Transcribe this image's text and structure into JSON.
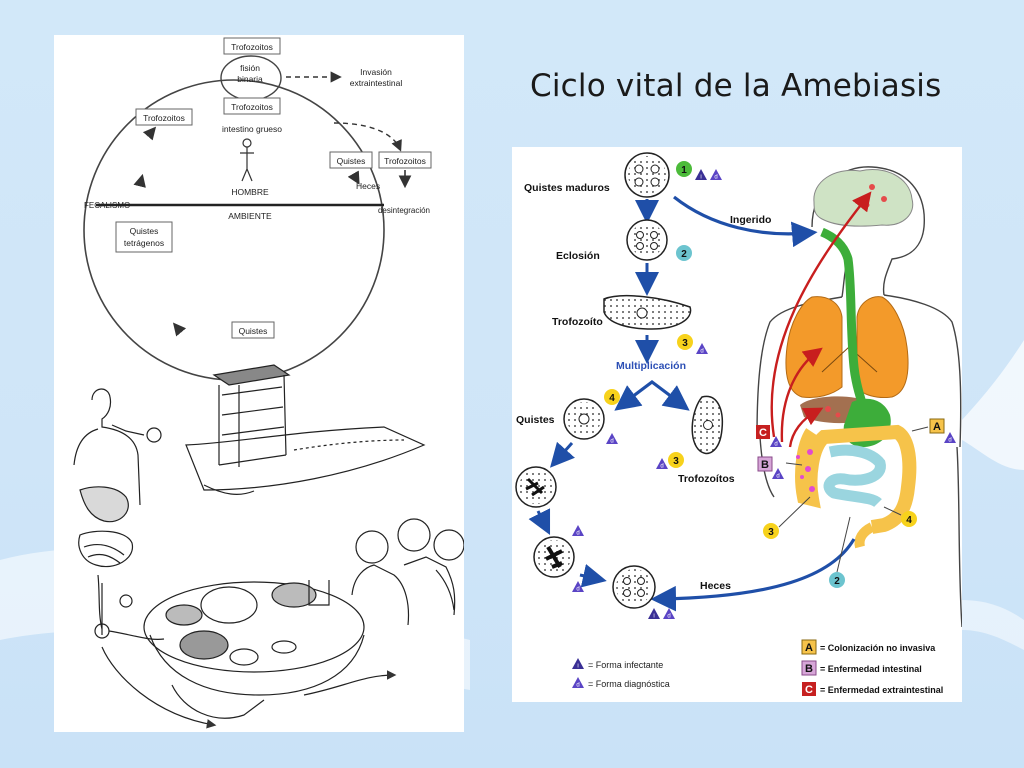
{
  "slide": {
    "title": "Ciclo vital de la Amebiasis"
  },
  "colors": {
    "background": "#d2e8f9",
    "arrow_blue": "#1f4fa8",
    "arrow_red": "#c81e1e",
    "brain": "#cfe3c5",
    "lungs": "#f39a2a",
    "gut_green": "#3dad3a",
    "colon": "#f6c34a",
    "small_intestine": "#9ad5df",
    "badge_yellow": "#f7d21c",
    "badge_green": "#4cbb3a",
    "badge_teal": "#6cc4cf",
    "box_a": "#f6c34a",
    "box_b": "#d7a6d8",
    "box_c": "#c62020"
  },
  "left_diagram": {
    "top_box": "Trofozoitos",
    "fission": [
      "fisión",
      "binaria"
    ],
    "inner_box": "Trofozoitos",
    "organ": "intestino grueso",
    "left_box": "Trofozoitos",
    "cyst_box": "Quistes",
    "right_box": "Trofozoitos",
    "invasion": [
      "Invasión",
      "extraintestinal"
    ],
    "feces": "Heces",
    "disintegration": "desintegración",
    "man": "HOMBRE",
    "environment": "AMBIENTE",
    "fecalism": "FECALISMO",
    "tetra_box": [
      "Quistes",
      "tetrágenos"
    ],
    "bottom_box": "Quistes"
  },
  "right_diagram": {
    "stage_mature": "Quistes maduros",
    "ingested": "Ingerido",
    "hatching": "Eclosión",
    "trophozoite": "Trofozoíto",
    "multiplication": "Multiplicación",
    "cysts": "Quistes",
    "trophozoites": "Trofozoítos",
    "feces": "Heces",
    "badges": {
      "one": "1",
      "two": "2",
      "three": "3",
      "four": "4"
    },
    "markers": {
      "i": "i",
      "d": "d"
    },
    "boxes": {
      "a": "A",
      "b": "B",
      "c": "C"
    },
    "legend": {
      "infective": "= Forma infectante",
      "diagnostic": "= Forma diagnóstica",
      "a": "= Colonización no invasiva",
      "b": "= Enfermedad intestinal",
      "c": "= Enfermedad extraintestinal"
    }
  }
}
